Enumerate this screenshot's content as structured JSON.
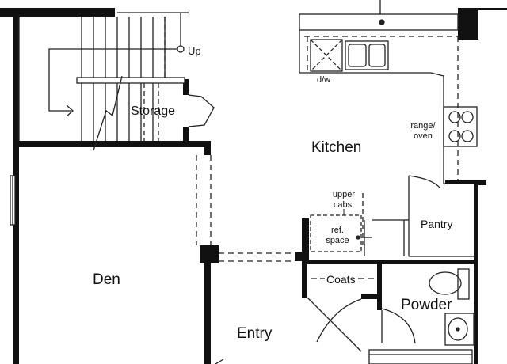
{
  "plan": {
    "rooms": {
      "kitchen": "Kitchen",
      "den": "Den",
      "entry": "Entry",
      "powder": "Powder",
      "storage": "Storage",
      "pantry": "Pantry",
      "coats": "Coats"
    },
    "notes": {
      "stair_up": "Up",
      "dishwasher": "d/w",
      "range_line1": "range/",
      "range_line2": "oven",
      "upper_cabs_line1": "upper",
      "upper_cabs_line2": "cabs.",
      "ref_line1": "ref.",
      "ref_line2": "space"
    },
    "colors": {
      "wall": "#111111",
      "line": "#222222",
      "background": "#ffffff"
    }
  }
}
